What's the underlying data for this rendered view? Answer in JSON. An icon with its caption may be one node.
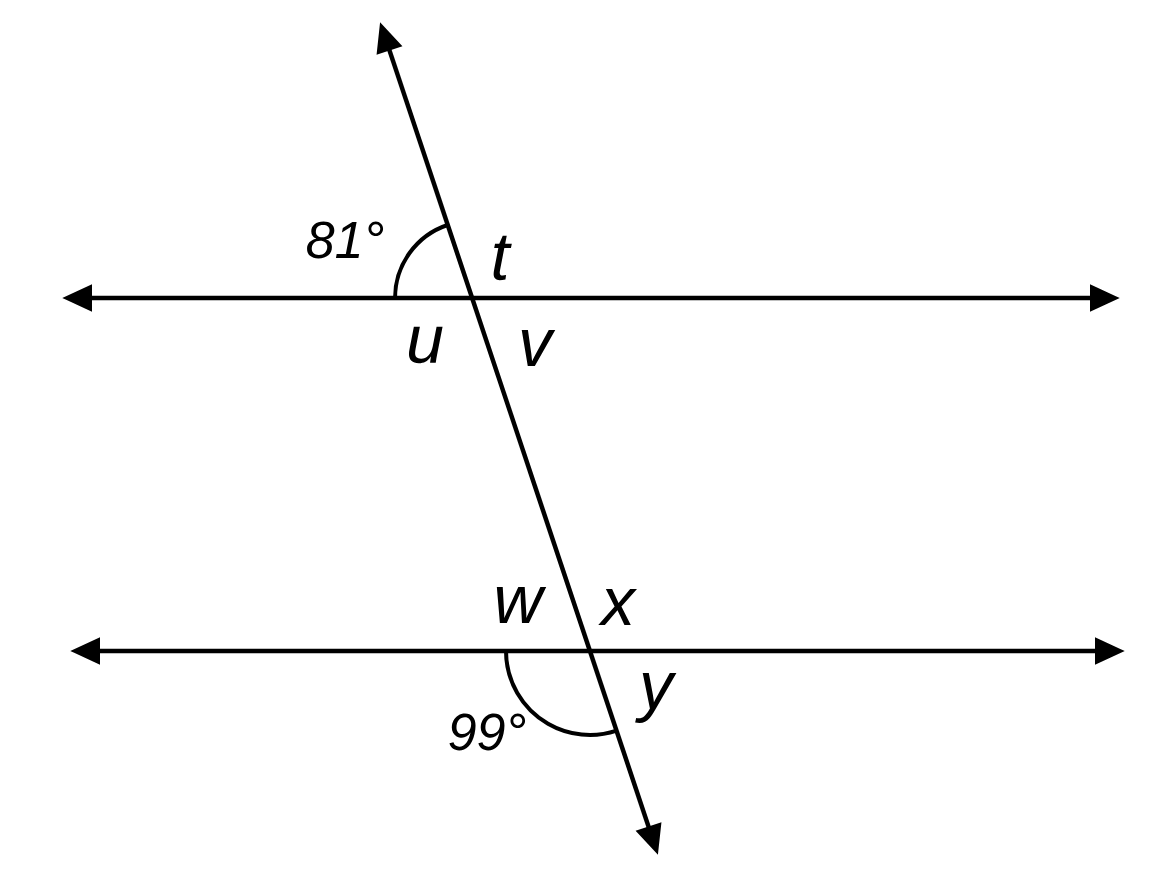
{
  "diagram": {
    "labels": [
      "81°",
      "t",
      "u",
      "v",
      "w",
      "x",
      "y",
      "99°"
    ]
  }
}
